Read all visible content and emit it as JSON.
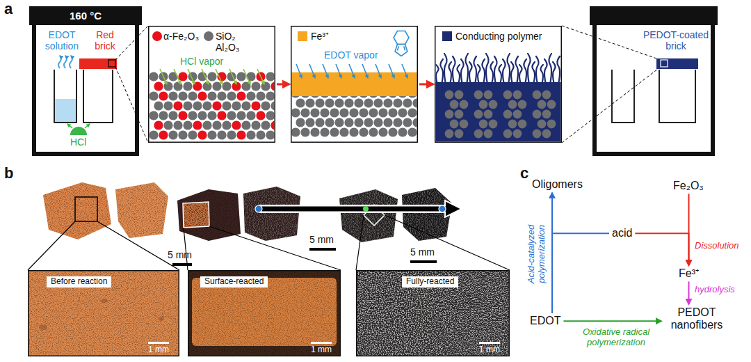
{
  "diagram": {
    "nodes": [
      {
        "text": [
          "160 °C",
          "EDOT solution",
          "Red brick",
          "HCl"
        ]
      },
      {
        "text": [
          "α-Fe₂O₃",
          "SiO₂ Al₂O₃",
          "HCl vapor"
        ]
      },
      {
        "text": [
          "Fe³⁺",
          "EDOT vapor"
        ]
      },
      {
        "text": [
          "Conducting polymer"
        ]
      },
      {
        "text": [
          "PEDOT-coated brick"
        ]
      },
      {
        "text": [
          "Before reaction",
          "1 mm"
        ]
      },
      {
        "text": [
          "Surface-reacted",
          "1 mm"
        ]
      },
      {
        "text": [
          "Fully-reacted",
          "1 mm"
        ]
      },
      {
        "text": [
          "Oligomers"
        ]
      },
      {
        "text": [
          "Fe₂O₃"
        ]
      },
      {
        "text": [
          "acid"
        ]
      },
      {
        "text": [
          "Fe³⁺"
        ]
      },
      {
        "text": [
          "EDOT"
        ]
      },
      {
        "text": [
          "PEDOT nanofibers"
        ]
      }
    ],
    "edges": [
      {
        "from": 1,
        "to": 2,
        "arrow": "to"
      },
      {
        "from": 2,
        "to": 3,
        "arrow": "to"
      },
      {
        "from": 12,
        "to": 8,
        "label": "Acid-catalyzed polymerization",
        "arrow": "to"
      },
      {
        "from": 10,
        "to": 8,
        "arrow": "to"
      },
      {
        "from": 9,
        "to": 11,
        "label": "Dissolution",
        "arrow": "to"
      },
      {
        "from": 10,
        "to": 11,
        "arrow": "to"
      },
      {
        "from": 11,
        "to": 13,
        "label": "hydrolysis",
        "arrow": "to"
      },
      {
        "from": 12,
        "to": 13,
        "label": "Oxidative radical polymerization",
        "arrow": "to"
      }
    ],
    "labels": [
      "a",
      "b",
      "5 mm",
      "5 mm",
      "5 mm",
      "c"
    ]
  }
}
